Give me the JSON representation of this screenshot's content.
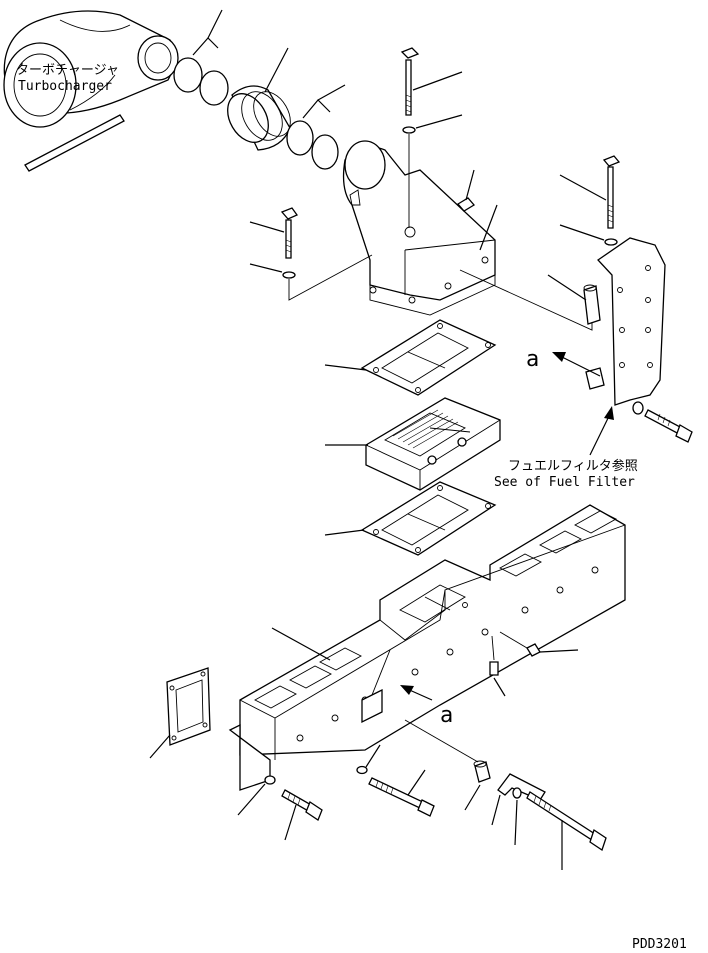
{
  "labels": {
    "turbocharger_jp": "ターボチャージャ",
    "turbocharger_en": "Turbocharger",
    "fuel_filter_jp": "フュエルフィルタ参照",
    "fuel_filter_en": "See of Fuel Filter",
    "view_a_top": "a",
    "view_a_bottom": "a",
    "drawing_code": "PDD3201"
  }
}
